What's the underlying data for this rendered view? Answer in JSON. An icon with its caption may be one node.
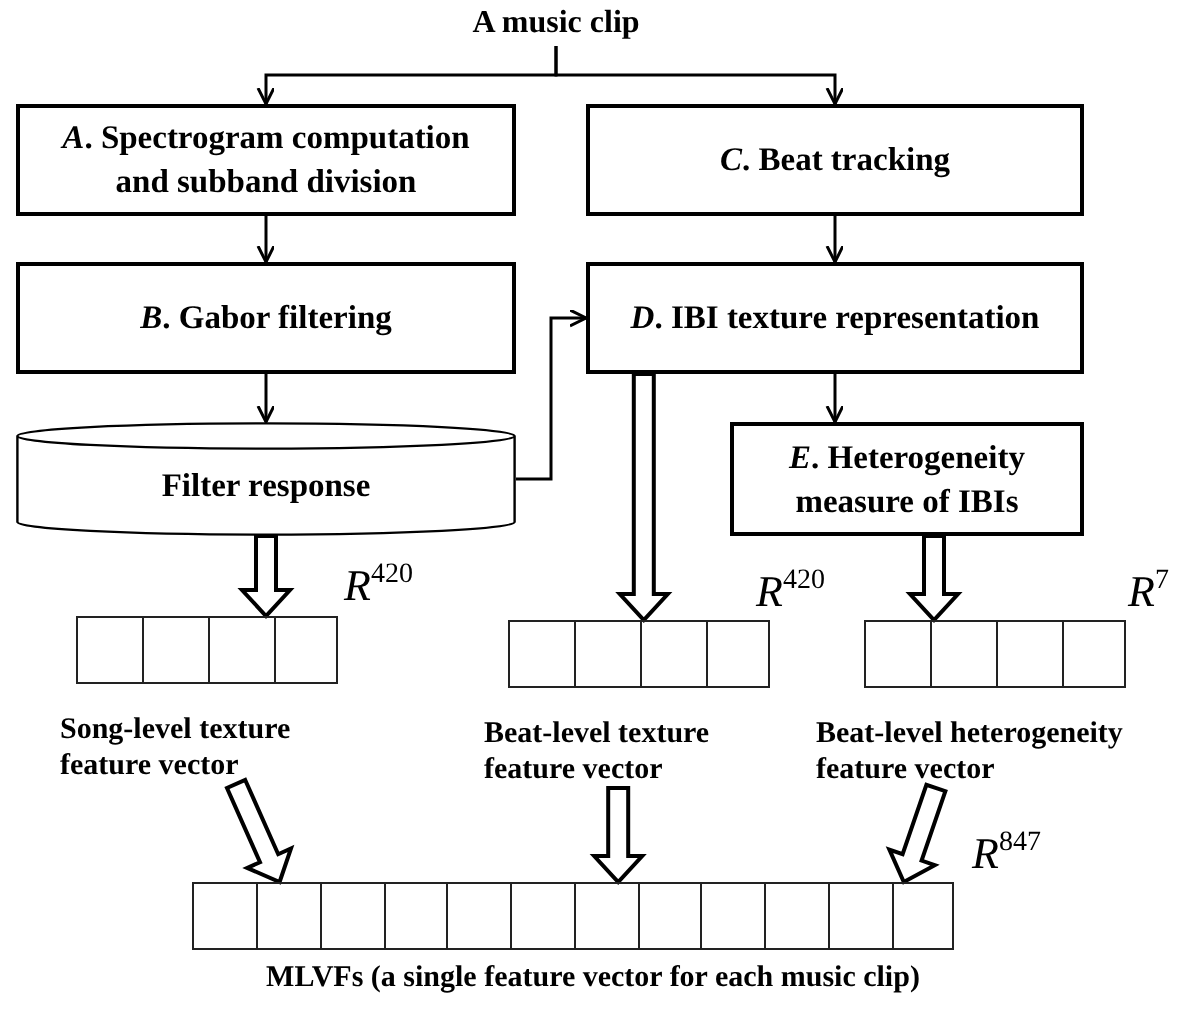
{
  "diagram": {
    "nodes": [
      {
        "text": [
          "A music clip"
        ]
      },
      {
        "text": [
          "*A*. Spectrogram computation and subband division"
        ]
      },
      {
        "text": [
          "*C*. Beat tracking"
        ]
      },
      {
        "text": [
          "*B*. Gabor filtering"
        ]
      },
      {
        "text": [
          "*D*. IBI texture representation"
        ]
      },
      {
        "text": [
          "Filter response"
        ]
      },
      {
        "text": [
          "*E*. Heterogeneity measure of IBIs"
        ]
      },
      {
        "text": [],
        "shape": "bar",
        "beside": [
          "*R*$^{420}$",
          "Song-level texture feature vector"
        ]
      },
      {
        "text": [],
        "shape": "bar",
        "beside": [
          "*R*$^{420}$",
          "Beat-level texture feature vector"
        ]
      },
      {
        "text": [],
        "shape": "bar",
        "beside": [
          "*R*$^{7}$",
          "Beat-level heterogeneity feature vector"
        ]
      },
      {
        "text": [],
        "shape": "bar",
        "beside": [
          "*R*$^{847}$",
          "MLVFs (a single feature vector for each music clip)"
        ]
      }
    ],
    "edges": [
      {
        "from": 0,
        "to": 1,
        "arrow": "to"
      },
      {
        "from": 0,
        "to": 2,
        "arrow": "to"
      },
      {
        "from": 1,
        "to": 3,
        "arrow": "to"
      },
      {
        "from": 2,
        "to": 4,
        "arrow": "to"
      },
      {
        "from": 3,
        "to": 5,
        "arrow": "to"
      },
      {
        "from": 5,
        "to": 4,
        "arrow": "to"
      },
      {
        "from": 4,
        "to": 6,
        "arrow": "to"
      },
      {
        "from": 5,
        "to": 7,
        "arrow": "to",
        "style": "thick"
      },
      {
        "from": 4,
        "to": 8,
        "arrow": "to",
        "style": "thick"
      },
      {
        "from": 6,
        "to": 9,
        "arrow": "to",
        "style": "thick"
      },
      {
        "from": 7,
        "to": 10,
        "arrow": "to",
        "style": "thick"
      },
      {
        "from": 8,
        "to": 10,
        "arrow": "to",
        "style": "thick"
      },
      {
        "from": 9,
        "to": 10,
        "arrow": "to",
        "style": "thick"
      }
    ]
  }
}
